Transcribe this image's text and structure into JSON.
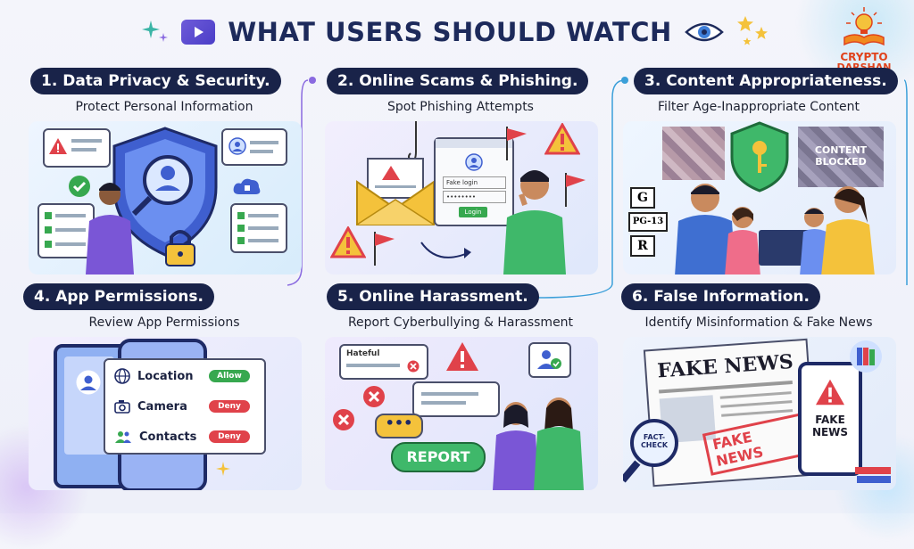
{
  "header": {
    "title": "WHAT USERS SHOULD WATCH",
    "logo_line1": "CRYPTO",
    "logo_line2": "DARSHAN"
  },
  "panels": [
    {
      "title": "1. Data Privacy & Security.",
      "subtitle": "Protect Personal Information"
    },
    {
      "title": "2. Online Scams & Phishing.",
      "subtitle": "Spot Phishing Attempts",
      "art": {
        "login_field": "Fake login",
        "password_field": "••••••••",
        "login_button": "Login"
      }
    },
    {
      "title": "3. Content Appropriateness.",
      "subtitle": "Filter Age-Inappropriate Content",
      "art": {
        "ratings": [
          "G",
          "PG-13",
          "R"
        ],
        "blocked_label": "CONTENT BLOCKED"
      }
    },
    {
      "title": "4. App Permissions.",
      "subtitle": "Review App Permissions",
      "art": {
        "permissions": [
          {
            "name": "Location",
            "status": "Allow"
          },
          {
            "name": "Camera",
            "status": "Deny"
          },
          {
            "name": "Contacts",
            "status": "Deny"
          }
        ]
      }
    },
    {
      "title": "5. Online Harassment.",
      "subtitle": "Report Cyberbullying & Harassment",
      "art": {
        "bubble_label": "Hateful",
        "report_button": "REPORT"
      }
    },
    {
      "title": "6. False Information.",
      "subtitle": "Identify Misinformation & Fake News",
      "art": {
        "newspaper_headline": "FAKE NEWS",
        "stamp": "FAKE NEWS",
        "phone_text": "FAKE NEWS",
        "magnifier_label": "FACT-CHECK"
      }
    }
  ],
  "colors": {
    "pill_bg": "#192349",
    "accent_purple": "#6e5bd9",
    "alert_red": "#e0424a",
    "ok_green": "#37a84f"
  }
}
